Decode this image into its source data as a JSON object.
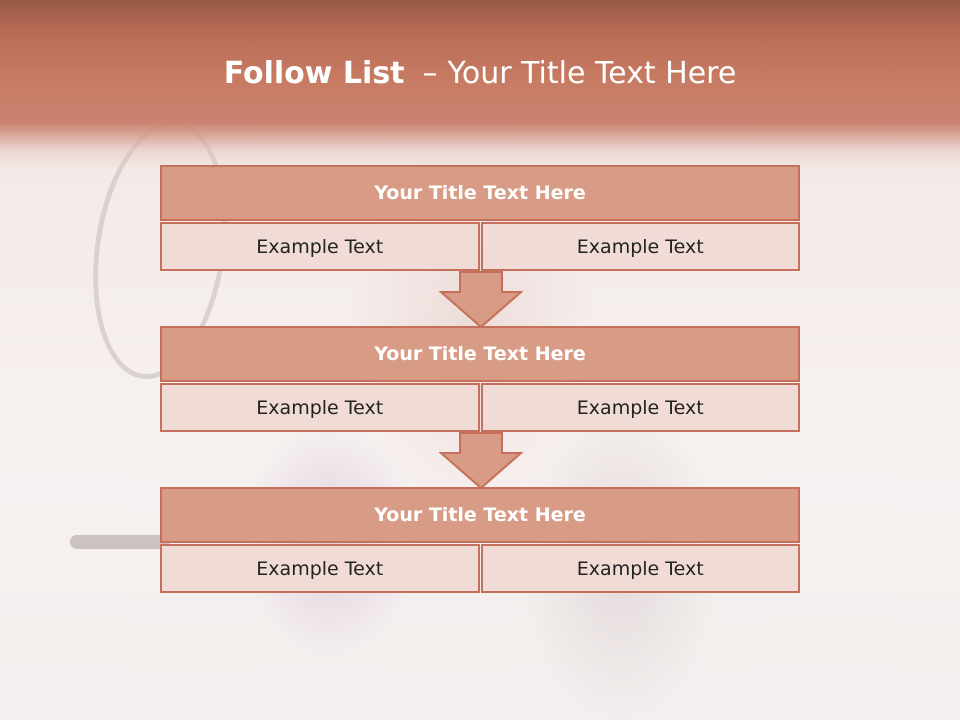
{
  "slide": {
    "title_strong": "Follow List",
    "title_separator": "–",
    "title_rest": "Your Title Text Here"
  },
  "steps": [
    {
      "title": "Your Title Text Here",
      "left_text": "Example Text",
      "right_text": "Example Text"
    },
    {
      "title": "Your Title Text Here",
      "left_text": "Example Text",
      "right_text": "Example Text"
    },
    {
      "title": "Your Title Text Here",
      "left_text": "Example Text",
      "right_text": "Example Text"
    }
  ],
  "colors": {
    "header_band": "#c77a62",
    "box_fill": "#d89b85",
    "cell_fill": "#f0dbd6",
    "border": "#c4705a"
  },
  "icons": [
    "down-arrow-icon"
  ]
}
